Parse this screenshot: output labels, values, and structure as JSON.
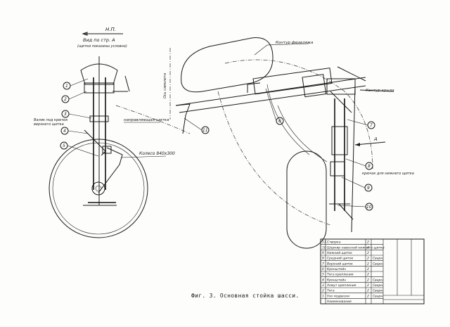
{
  "figure_caption": "Фиг. 3. Основная стойка шасси.",
  "colors": {
    "ink": "#1a1a1a",
    "paper": "#fdfdfb"
  },
  "left_view": {
    "header_code": "Н.П.",
    "header_line1": "Вид по стр. А",
    "header_line2": "(щитки показаны условно)",
    "label_shield_rods": "Валик под крючок",
    "label_shield_rods_2": "верхнего щитка",
    "label_guide_shield": "направляющая щитка",
    "label_wheel": "Колесо 840х300",
    "callouts": [
      "1",
      "2",
      "3",
      "4",
      "5"
    ]
  },
  "right_view": {
    "label_fuselage_contour": "Контур фюзеляжа",
    "label_wing_contour": "Контур крыла",
    "label_axis": "Ось самолета",
    "label_view_arrow": "А",
    "label_hook": "крючок для нижнего щитка",
    "callouts": [
      "6",
      "7",
      "8",
      "9",
      "10",
      "11"
    ]
  },
  "parts_table": {
    "rows": [
      [
        "11",
        "Створка",
        "2",
        ""
      ],
      [
        "10",
        "Шарнир навесной нижнего щитка",
        "4",
        ""
      ],
      [
        "9",
        "Нижний щиток",
        "2",
        ""
      ],
      [
        "8",
        "Средний щиток",
        "2",
        "Сварн."
      ],
      [
        "7",
        "Верхний щиток",
        "2",
        "Сварн."
      ],
      [
        "6",
        "Кронштейн",
        "2",
        ""
      ],
      [
        "5",
        "Тяга крепления",
        "2",
        ""
      ],
      [
        "4",
        "Кронштейн",
        "2",
        "Сварн."
      ],
      [
        "3",
        "Хомут крепления",
        "2",
        "Сварн."
      ],
      [
        "2",
        "Тяга",
        "2",
        "Сварн."
      ],
      [
        "1",
        "Ухо подвески",
        "2",
        "Сварн."
      ],
      [
        "",
        "Наименование",
        "",
        ""
      ]
    ]
  }
}
